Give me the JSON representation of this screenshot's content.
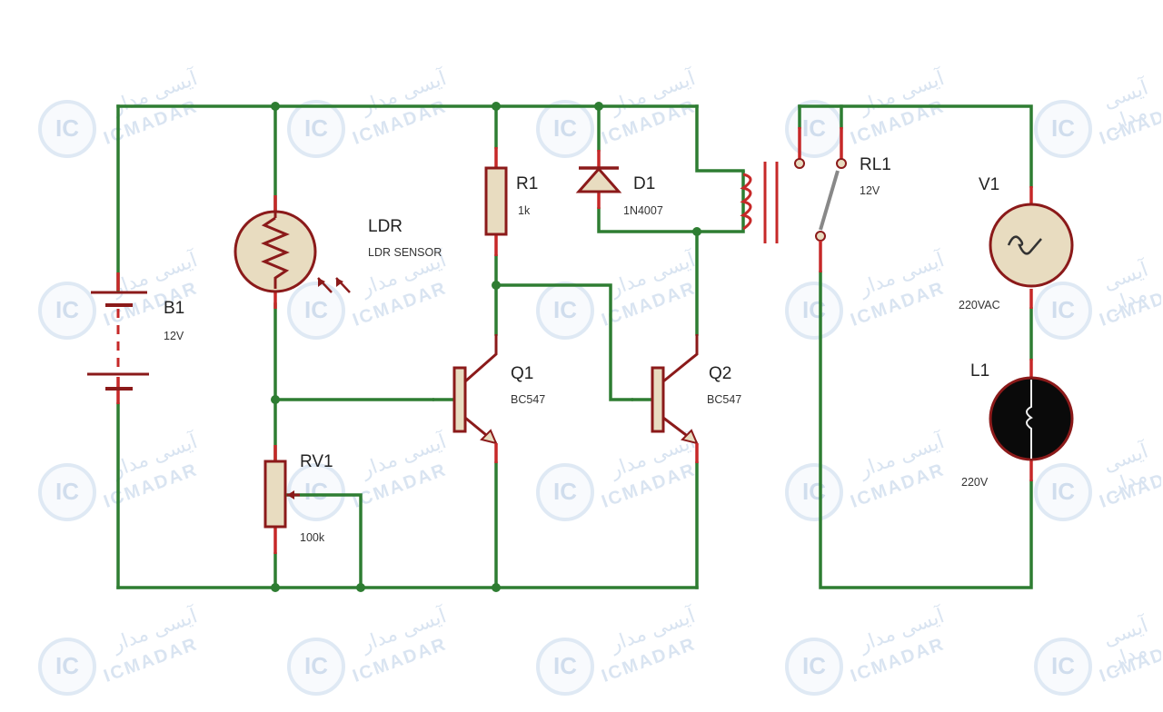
{
  "watermark": {
    "fa_text": "آیسی مدار",
    "en_text": "ICMADAR",
    "logo_text": "IC"
  },
  "components": {
    "battery": {
      "ref": "B1",
      "value": "12V"
    },
    "ldr": {
      "ref": "LDR",
      "value": "LDR SENSOR"
    },
    "r1": {
      "ref": "R1",
      "value": "1k"
    },
    "d1": {
      "ref": "D1",
      "value": "1N4007"
    },
    "relay": {
      "ref": "RL1",
      "value": "12V"
    },
    "v1": {
      "ref": "V1",
      "value": "220VAC"
    },
    "lamp": {
      "ref": "L1",
      "value": "220V"
    },
    "q1": {
      "ref": "Q1",
      "value": "BC547"
    },
    "q2": {
      "ref": "Q2",
      "value": "BC547"
    },
    "rv1": {
      "ref": "RV1",
      "value": "100k"
    }
  },
  "colors": {
    "wire": "#2e7d32",
    "pin": "#c62828",
    "component_stroke": "#8b1a1a",
    "component_fill": "#e8dcc0",
    "lamp_fill": "#0a0a0a"
  }
}
